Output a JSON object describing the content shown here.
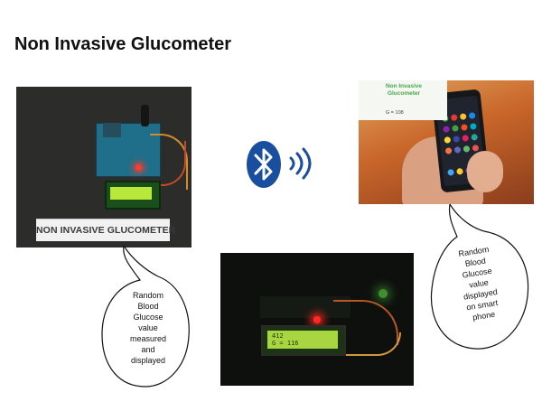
{
  "slide": {
    "title": "Non Invasive Glucometer"
  },
  "photo_device": {
    "label": "NON INVASIVE GLUCOMETER"
  },
  "photo_phone": {
    "app_title": "Non Invasive\nGlucometer",
    "reading": "G = 108"
  },
  "photo_lcd": {
    "line1": "412",
    "line2": "G = 116"
  },
  "bubble_measured": {
    "text": "Random\nBlood\nGlucose\nvalue\nmeasured\nand\ndisplayed"
  },
  "bubble_phone": {
    "text": "Random\nBlood\nGlucose\nvalue\ndisplayed\non smart\nphone"
  },
  "icons": {
    "bluetooth": "bluetooth-icon",
    "signal": "wireless-signal-icon"
  },
  "colors": {
    "bluetooth_blue": "#1a4fa0",
    "app_title_green": "#49a84d",
    "lcd_green": "#a8d640"
  }
}
